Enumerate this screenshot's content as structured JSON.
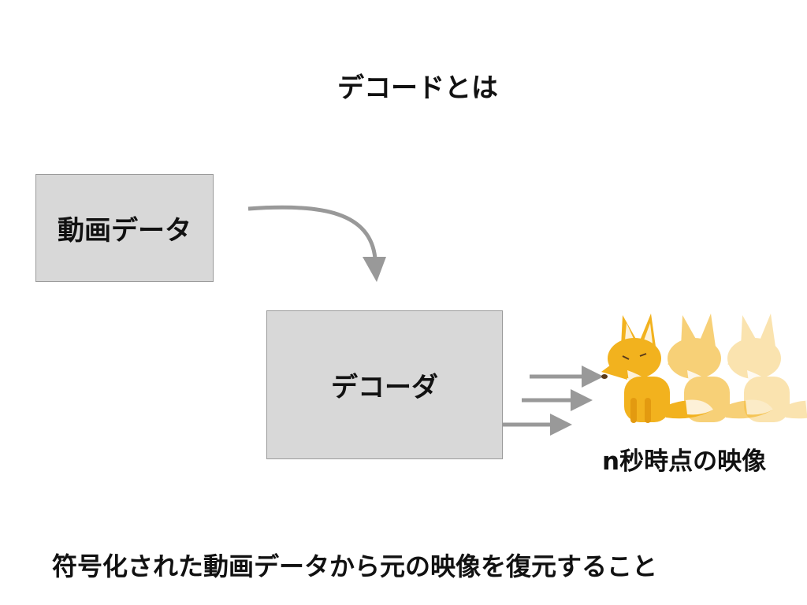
{
  "slide": {
    "title": "デコードとは",
    "source_box_label": "動画データ",
    "decoder_box_label": "デコーダ",
    "output_label": "n秒時点の映像",
    "caption": "符号化された動画データから元の映像を復元すること"
  },
  "colors": {
    "box_fill": "#d8d8d8",
    "arrow": "#999999",
    "fox_orange": "#f2b21e",
    "fox_cream": "#fdf1d8"
  },
  "icons": [
    "curved-arrow-icon",
    "output-arrow-icon",
    "fox-frame-icon"
  ]
}
